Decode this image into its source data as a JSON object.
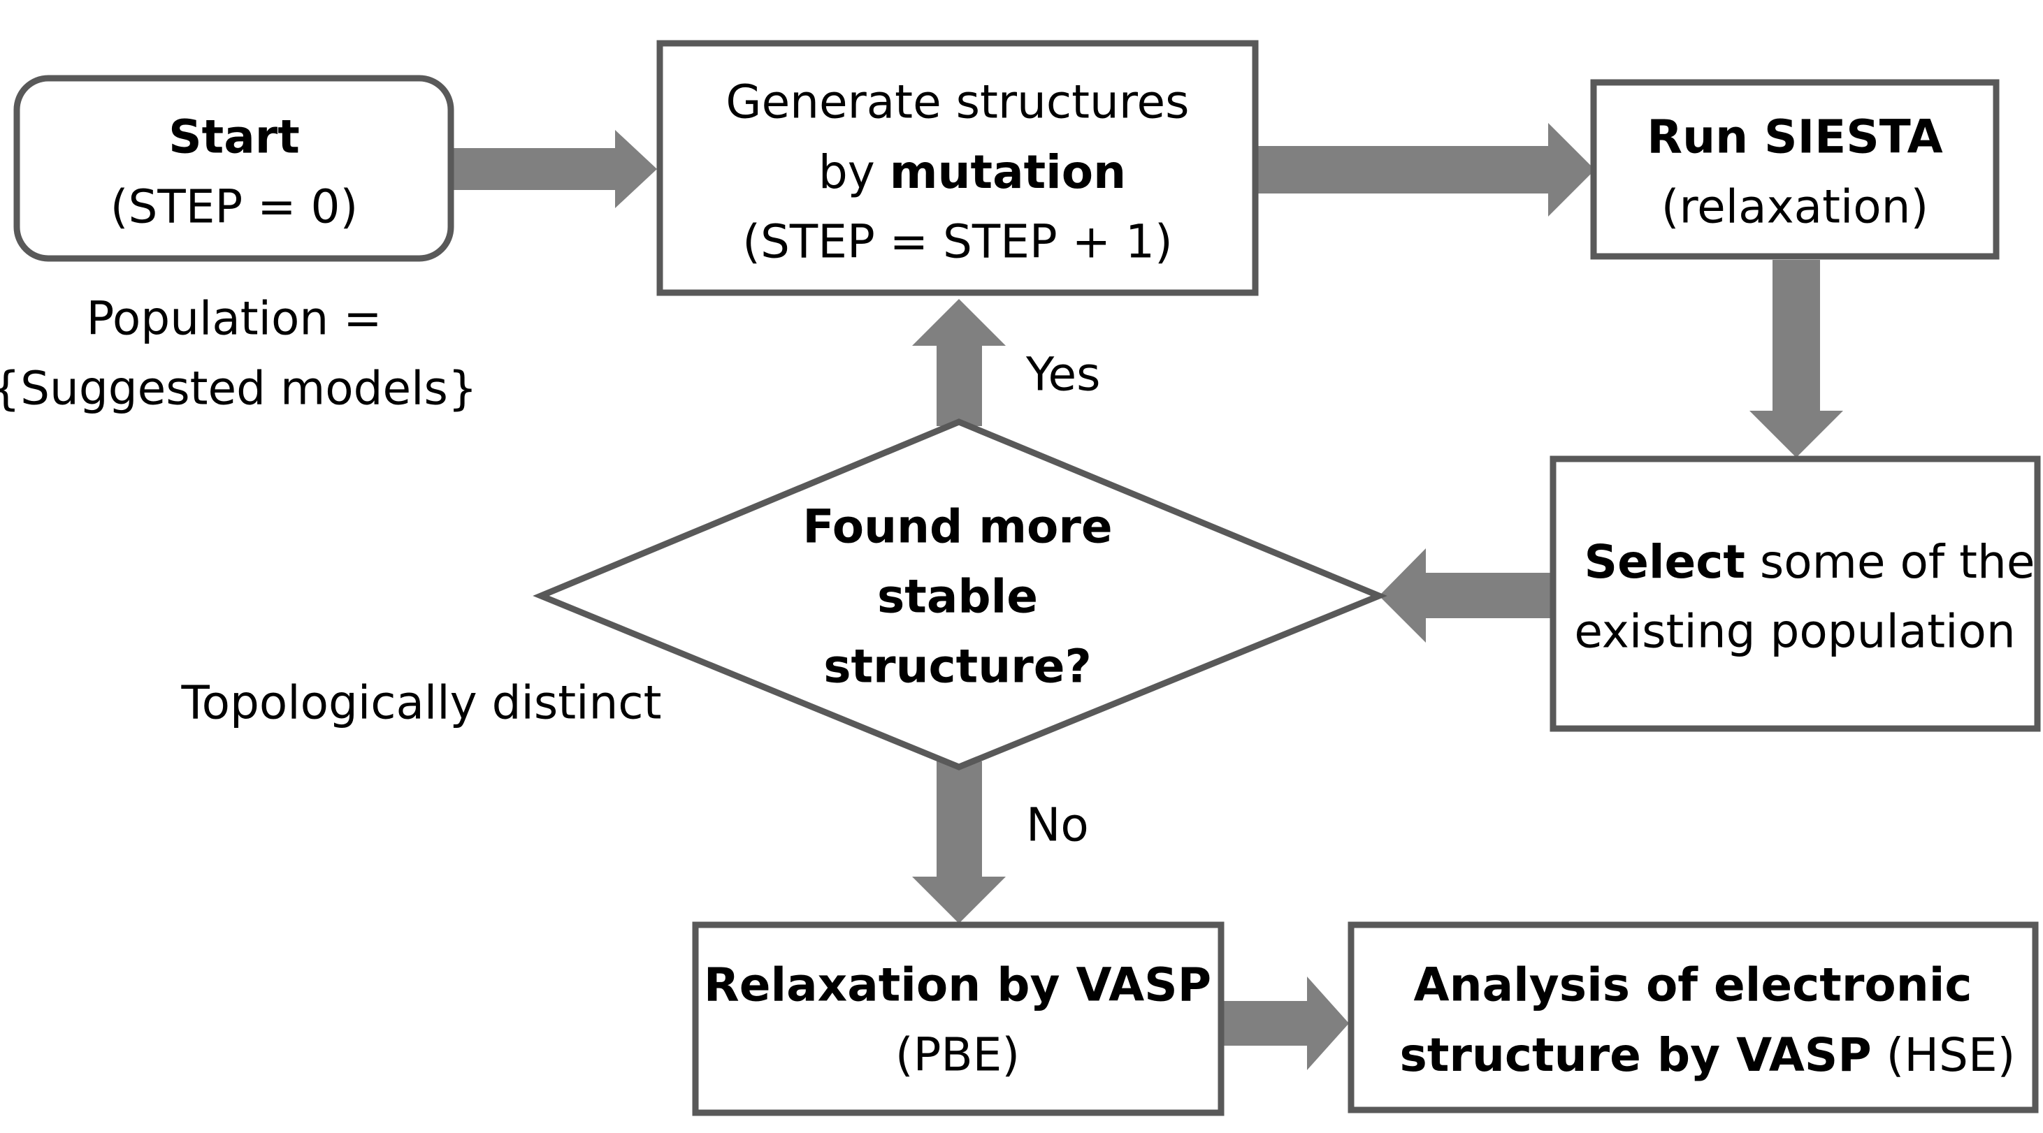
{
  "nodes": {
    "start": {
      "title": "Start",
      "subtitle": "(STEP = 0)"
    },
    "population_note": {
      "line1": "Population =",
      "line2": "{Suggested models}"
    },
    "generate": {
      "line1": "Generate structures",
      "line2_pre": "by ",
      "line2_bold": "mutation",
      "line3": "(STEP = STEP + 1)"
    },
    "run_siesta": {
      "title": "Run SIESTA",
      "subtitle": "(relaxation)"
    },
    "select": {
      "line1_bold": "Select",
      "line1_rest": " some of the",
      "line2": "existing population"
    },
    "decision": {
      "line1": "Found more",
      "line2": "stable",
      "line3": "structure?"
    },
    "decision_note": "Topologically distinct",
    "relax_vasp": {
      "title": "Relaxation by VASP",
      "subtitle": "(PBE)"
    },
    "analysis": {
      "line1": "Analysis of electronic",
      "line2_bold": "structure by VASP",
      "line2_rest": " (HSE)"
    }
  },
  "edges": {
    "yes_label": "Yes",
    "no_label": "No"
  },
  "colors": {
    "box_border": "#595959",
    "arrow_fill": "#808080",
    "text": "#000000",
    "background": "#ffffff"
  }
}
